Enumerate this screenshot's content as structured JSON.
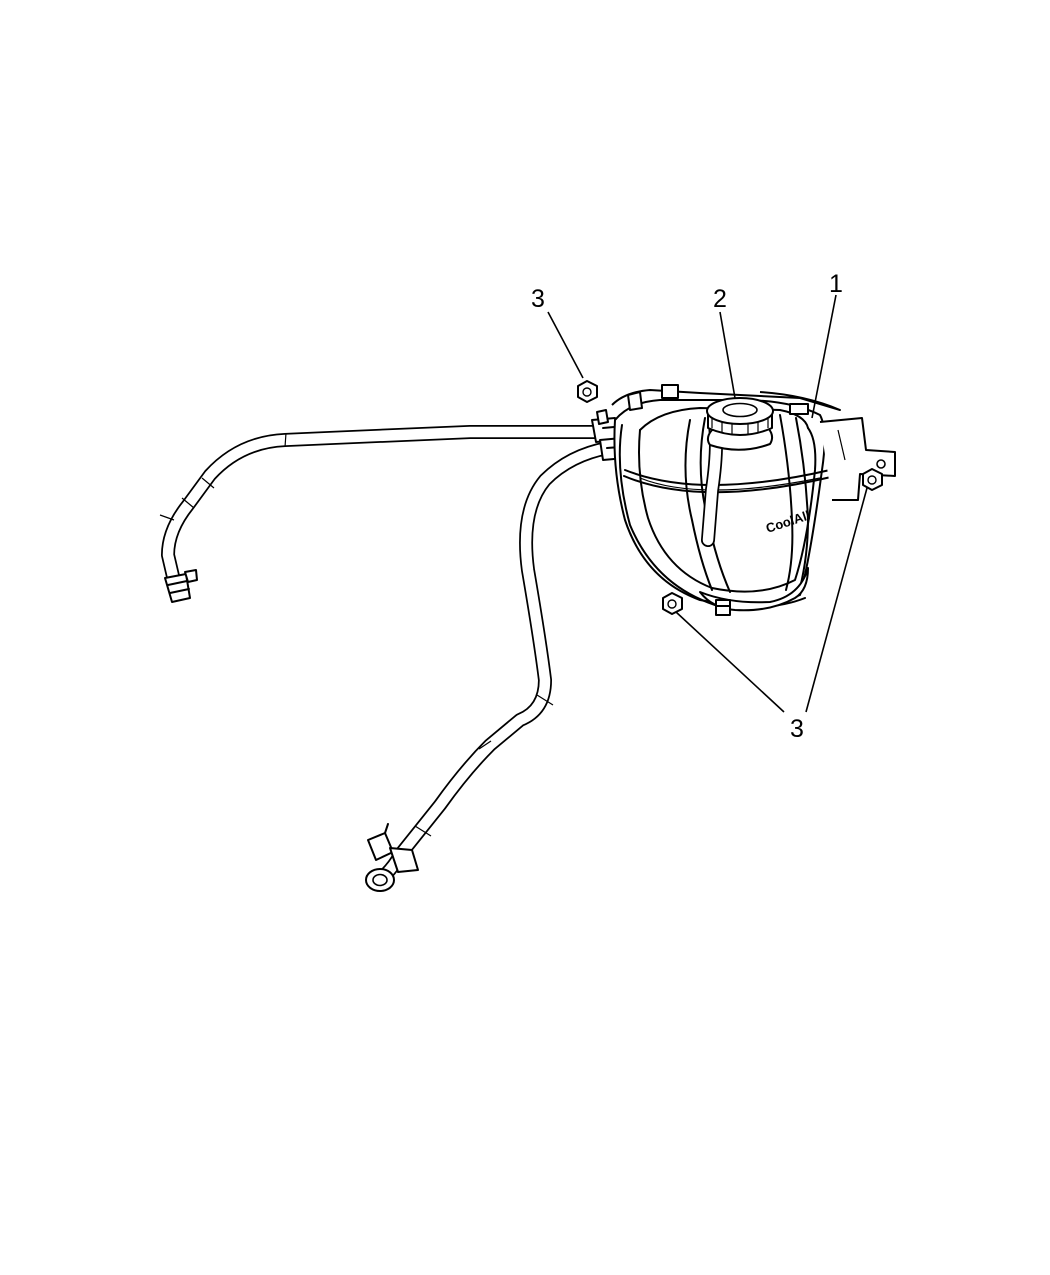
{
  "callouts": {
    "tank": "1",
    "cap": "2",
    "nut_top": "3",
    "nuts_bottom": "3"
  },
  "tank_logo": "CoolAll"
}
